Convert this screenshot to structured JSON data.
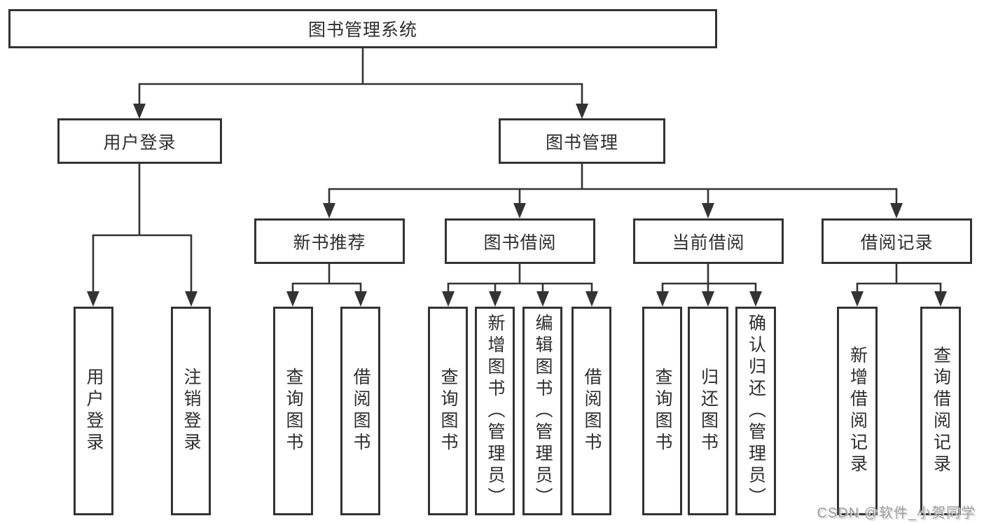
{
  "tree": {
    "root": {
      "label": "图书管理系统"
    },
    "branches": [
      {
        "label": "用户登录",
        "children": [
          {
            "label": "用户登录"
          },
          {
            "label": "注销登录"
          }
        ]
      },
      {
        "label": "图书管理",
        "children": [
          {
            "label": "新书推荐",
            "children": [
              {
                "label": "查询图书"
              },
              {
                "label": "借阅图书"
              }
            ]
          },
          {
            "label": "图书借阅",
            "children": [
              {
                "label": "查询图书"
              },
              {
                "label": "新增图书（管理员）"
              },
              {
                "label": "编辑图书（管理员）"
              },
              {
                "label": "借阅图书"
              }
            ]
          },
          {
            "label": "当前借阅",
            "children": [
              {
                "label": "查询图书"
              },
              {
                "label": "归还图书"
              },
              {
                "label": "确认归还（管理员）"
              }
            ]
          },
          {
            "label": "借阅记录",
            "children": [
              {
                "label": "新增借阅记录"
              },
              {
                "label": "查询借阅记录"
              }
            ]
          }
        ]
      }
    ]
  },
  "watermark": {
    "text": "CSDN @软件_小贺同学"
  },
  "colors": {
    "line": "#333333",
    "box_border": "#333333",
    "text": "#2e2e2e",
    "watermark": "#9e9e9e",
    "background": "#ffffff"
  }
}
